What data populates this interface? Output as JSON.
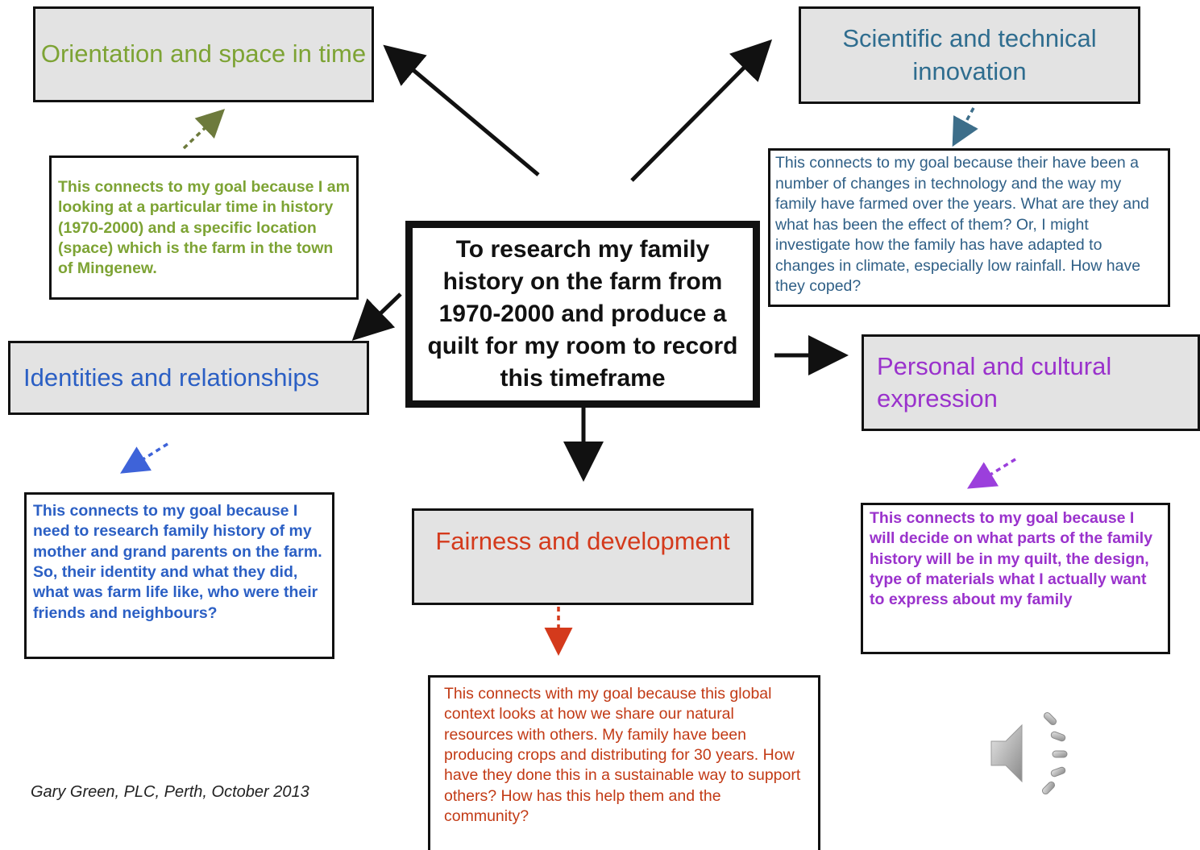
{
  "colors": {
    "orientation": "#7da334",
    "scientific": "#2f6d8f",
    "identities": "#2b5fc4",
    "personal": "#9a32cc",
    "fairness": "#d43a1c",
    "fairness_text": "#c23a15",
    "center": "#111111"
  },
  "center_goal": "To research my family history on the farm from 1970-2000 and produce a quilt for my room to record this timeframe",
  "topics": {
    "orientation": {
      "title": "Orientation and space in time",
      "note": "This connects to my goal because I am looking at a particular time in history (1970-2000) and a specific location (space) which is the farm in the town of Mingenew."
    },
    "scientific": {
      "title": "Scientific and technical innovation",
      "note": "This connects to my goal because their have been a number of changes in technology and the way my family have farmed over the years. What are they and what has been the effect of them? Or, I might investigate how the family has have adapted to changes in climate, especially low rainfall. How have they coped?"
    },
    "identities": {
      "title": "Identities and relationships",
      "note": "This connects to my goal because I need to research family history of my mother and grand parents on the farm. So, their identity and what they did, what was farm life like, who were their friends and neighbours?"
    },
    "personal": {
      "title": "Personal and cultural expression",
      "note": "This connects to my goal because I will decide on what parts of the family history will be in my quilt, the design, type of materials what I actually want to express about my family"
    },
    "fairness": {
      "title": "Fairness and development",
      "note": "This connects with my goal because this global context looks at how we share our natural resources with others. My family have been producing crops and distributing for 30 years. How have they done this in a sustainable way to support others? How has this help them and the community?"
    }
  },
  "credit": "Gary Green, PLC, Perth, October 2013",
  "icons": {
    "audio": "speaker-icon"
  }
}
